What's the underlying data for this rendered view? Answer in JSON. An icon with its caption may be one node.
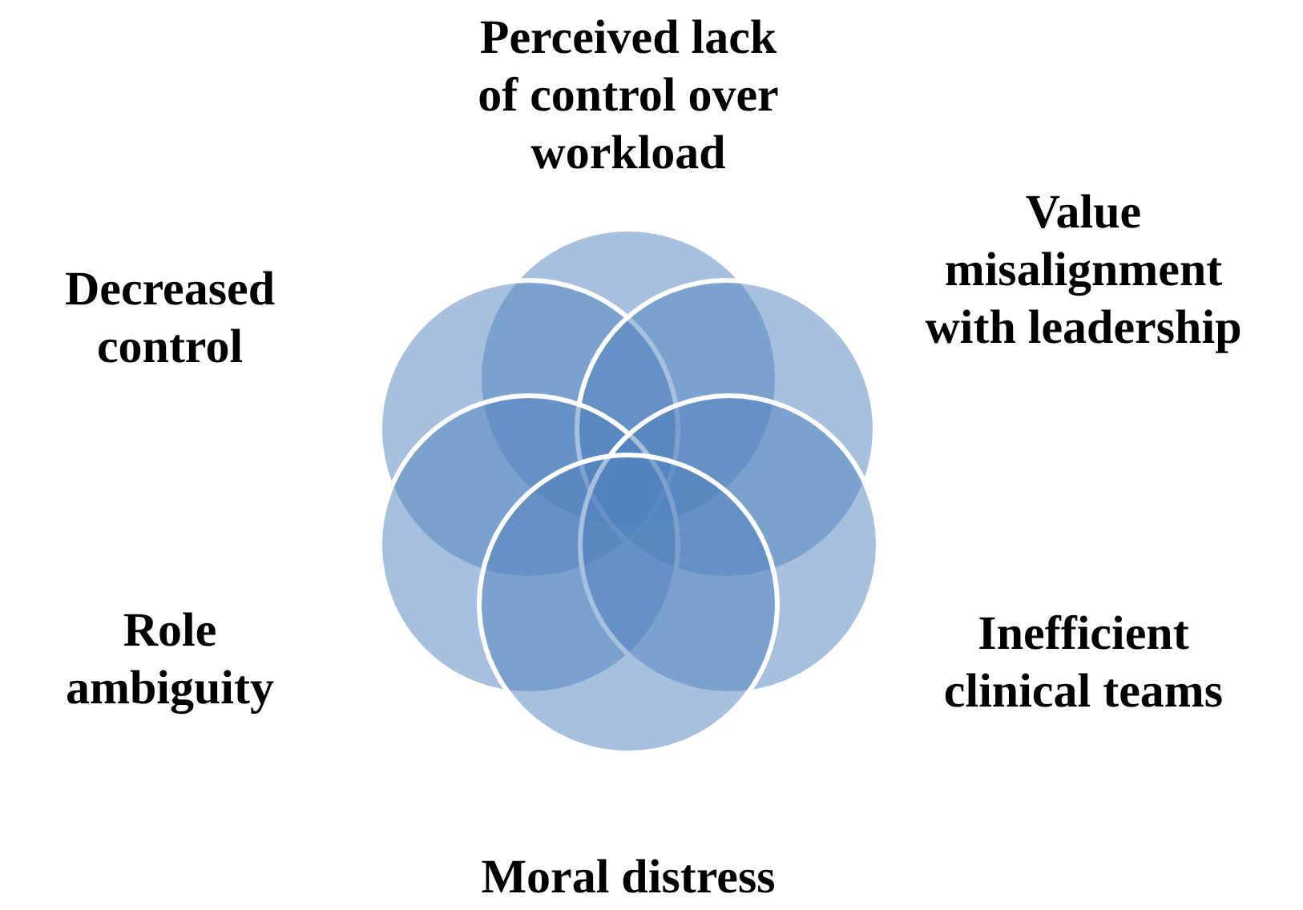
{
  "diagram": {
    "nodes": [
      {
        "text": [],
        "shape": "circle"
      },
      {
        "text": [],
        "shape": "circle"
      },
      {
        "text": [],
        "shape": "circle"
      },
      {
        "text": [],
        "shape": "circle"
      },
      {
        "text": [],
        "shape": "circle"
      },
      {
        "text": [],
        "shape": "circle"
      }
    ],
    "labels": [
      "Perceived lack of control over workload",
      "Decreased control",
      "Value misalignment with leadership",
      "Role ambiguity",
      "Inefficient clinical teams",
      "Moral distress"
    ]
  }
}
